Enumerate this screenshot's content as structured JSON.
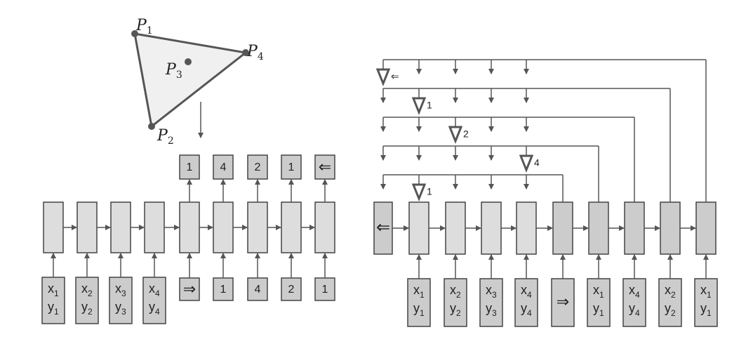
{
  "colors": {
    "box_light": "#dddddd",
    "box_dark": "#cccccc",
    "stroke": "#444444",
    "line": "#555555",
    "triangle_fill": "#f0f0f0",
    "triangle_stroke": "#555555",
    "text": "#222222",
    "pointer_label": "#666666"
  },
  "triangle": {
    "points": [
      {
        "name": "P",
        "sub": "1"
      },
      {
        "name": "P",
        "sub": "2"
      },
      {
        "name": "P",
        "sub": "3"
      },
      {
        "name": "P",
        "sub": "4"
      }
    ]
  },
  "left_model": {
    "encoder_inputs": [
      {
        "x": "x",
        "xs": "1",
        "y": "y",
        "ys": "1"
      },
      {
        "x": "x",
        "xs": "2",
        "y": "y",
        "ys": "2"
      },
      {
        "x": "x",
        "xs": "3",
        "y": "y",
        "ys": "3"
      },
      {
        "x": "x",
        "xs": "4",
        "y": "y",
        "ys": "4"
      }
    ],
    "decoder_inputs": [
      "⇒",
      "1",
      "4",
      "2",
      "1"
    ],
    "decoder_outputs": [
      "1",
      "4",
      "2",
      "1",
      "⇐"
    ]
  },
  "right_model": {
    "start_symbol": "⇐",
    "encoder_inputs": [
      {
        "x": "x",
        "xs": "1",
        "y": "y",
        "ys": "1"
      },
      {
        "x": "x",
        "xs": "2",
        "y": "y",
        "ys": "2"
      },
      {
        "x": "x",
        "xs": "3",
        "y": "y",
        "ys": "3"
      },
      {
        "x": "x",
        "xs": "4",
        "y": "y",
        "ys": "4"
      }
    ],
    "go_symbol": "⇒",
    "decoder_inputs": [
      {
        "x": "x",
        "xs": "1",
        "y": "y",
        "ys": "1"
      },
      {
        "x": "x",
        "xs": "4",
        "y": "y",
        "ys": "4"
      },
      {
        "x": "x",
        "xs": "2",
        "y": "y",
        "ys": "2"
      },
      {
        "x": "x",
        "xs": "1",
        "y": "y",
        "ys": "1"
      }
    ],
    "pointer_labels": [
      "⇐",
      "1",
      "2",
      "4",
      "1"
    ]
  }
}
